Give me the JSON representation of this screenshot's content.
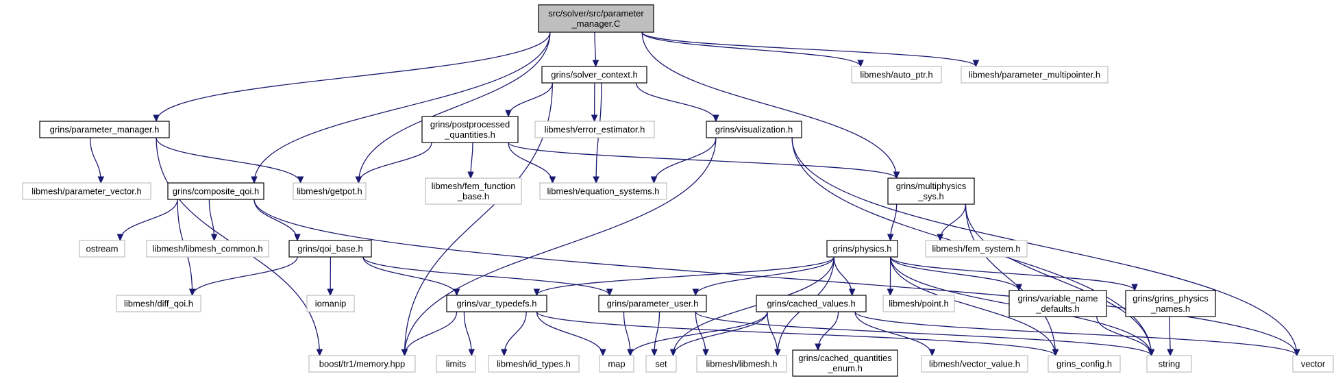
{
  "colors": {
    "edge": "#191970",
    "root_fill": "#bfbfbf",
    "node_border": "#000000",
    "external_border": "#bfbfbf",
    "node_fill": "#ffffff"
  },
  "nodes": [
    {
      "id": "root",
      "lines": [
        "src/solver/src/parameter",
        "_manager.C"
      ],
      "kind": "root"
    },
    {
      "id": "parameter_manager",
      "lines": [
        "grins/parameter_manager.h"
      ],
      "kind": "internal"
    },
    {
      "id": "composite_qoi",
      "lines": [
        "grins/composite_qoi.h"
      ],
      "kind": "internal"
    },
    {
      "id": "solver_context",
      "lines": [
        "grins/solver_context.h"
      ],
      "kind": "internal"
    },
    {
      "id": "postprocessed_quantities",
      "lines": [
        "grins/postprocessed",
        "_quantities.h"
      ],
      "kind": "internal"
    },
    {
      "id": "visualization",
      "lines": [
        "grins/visualization.h"
      ],
      "kind": "internal"
    },
    {
      "id": "multiphysics_sys",
      "lines": [
        "grins/multiphysics",
        "_sys.h"
      ],
      "kind": "internal"
    },
    {
      "id": "physics",
      "lines": [
        "grins/physics.h"
      ],
      "kind": "internal"
    },
    {
      "id": "qoi_base",
      "lines": [
        "grins/qoi_base.h"
      ],
      "kind": "internal"
    },
    {
      "id": "var_typedefs",
      "lines": [
        "grins/var_typedefs.h"
      ],
      "kind": "internal"
    },
    {
      "id": "parameter_user",
      "lines": [
        "grins/parameter_user.h"
      ],
      "kind": "internal"
    },
    {
      "id": "cached_values",
      "lines": [
        "grins/cached_values.h"
      ],
      "kind": "internal"
    },
    {
      "id": "variable_name_defaults",
      "lines": [
        "grins/variable_name",
        "_defaults.h"
      ],
      "kind": "internal"
    },
    {
      "id": "grins_physics_names",
      "lines": [
        "grins/grins_physics",
        "_names.h"
      ],
      "kind": "internal"
    },
    {
      "id": "cached_quantities_enum",
      "lines": [
        "grins/cached_quantities",
        "_enum.h"
      ],
      "kind": "internal"
    },
    {
      "id": "auto_ptr",
      "lines": [
        "libmesh/auto_ptr.h"
      ],
      "kind": "external"
    },
    {
      "id": "parameter_multipointer",
      "lines": [
        "libmesh/parameter_multipointer.h"
      ],
      "kind": "external"
    },
    {
      "id": "error_estimator",
      "lines": [
        "libmesh/error_estimator.h"
      ],
      "kind": "external"
    },
    {
      "id": "parameter_vector",
      "lines": [
        "libmesh/parameter_vector.h"
      ],
      "kind": "external"
    },
    {
      "id": "getpot",
      "lines": [
        "libmesh/getpot.h"
      ],
      "kind": "external"
    },
    {
      "id": "fem_function_base",
      "lines": [
        "libmesh/fem_function",
        "_base.h"
      ],
      "kind": "external"
    },
    {
      "id": "equation_systems",
      "lines": [
        "libmesh/equation_systems.h"
      ],
      "kind": "external"
    },
    {
      "id": "ostream",
      "lines": [
        "ostream"
      ],
      "kind": "external"
    },
    {
      "id": "libmesh_common",
      "lines": [
        "libmesh/libmesh_common.h"
      ],
      "kind": "external"
    },
    {
      "id": "fem_system",
      "lines": [
        "libmesh/fem_system.h"
      ],
      "kind": "external"
    },
    {
      "id": "diff_qoi",
      "lines": [
        "libmesh/diff_qoi.h"
      ],
      "kind": "external"
    },
    {
      "id": "iomanip",
      "lines": [
        "iomanip"
      ],
      "kind": "external"
    },
    {
      "id": "point",
      "lines": [
        "libmesh/point.h"
      ],
      "kind": "external"
    },
    {
      "id": "memory",
      "lines": [
        "boost/tr1/memory.hpp"
      ],
      "kind": "external"
    },
    {
      "id": "limits",
      "lines": [
        "limits"
      ],
      "kind": "external"
    },
    {
      "id": "id_types",
      "lines": [
        "libmesh/id_types.h"
      ],
      "kind": "external"
    },
    {
      "id": "map",
      "lines": [
        "map"
      ],
      "kind": "external"
    },
    {
      "id": "set",
      "lines": [
        "set"
      ],
      "kind": "external"
    },
    {
      "id": "libmesh",
      "lines": [
        "libmesh/libmesh.h"
      ],
      "kind": "external"
    },
    {
      "id": "vector_value",
      "lines": [
        "libmesh/vector_value.h"
      ],
      "kind": "external"
    },
    {
      "id": "grins_config",
      "lines": [
        "grins_config.h"
      ],
      "kind": "external"
    },
    {
      "id": "string",
      "lines": [
        "string"
      ],
      "kind": "external"
    },
    {
      "id": "vector",
      "lines": [
        "vector"
      ],
      "kind": "external"
    }
  ],
  "edges": [
    [
      "root",
      "parameter_manager"
    ],
    [
      "root",
      "composite_qoi"
    ],
    [
      "root",
      "solver_context"
    ],
    [
      "root",
      "getpot"
    ],
    [
      "root",
      "multiphysics_sys"
    ],
    [
      "root",
      "auto_ptr"
    ],
    [
      "root",
      "parameter_multipointer"
    ],
    [
      "parameter_manager",
      "parameter_vector"
    ],
    [
      "parameter_manager",
      "getpot"
    ],
    [
      "parameter_manager",
      "memory"
    ],
    [
      "composite_qoi",
      "ostream"
    ],
    [
      "composite_qoi",
      "libmesh_common"
    ],
    [
      "composite_qoi",
      "qoi_base"
    ],
    [
      "composite_qoi",
      "diff_qoi"
    ],
    [
      "composite_qoi",
      "vector"
    ],
    [
      "solver_context",
      "postprocessed_quantities"
    ],
    [
      "solver_context",
      "error_estimator"
    ],
    [
      "solver_context",
      "visualization"
    ],
    [
      "solver_context",
      "equation_systems"
    ],
    [
      "solver_context",
      "memory"
    ],
    [
      "postprocessed_quantities",
      "getpot"
    ],
    [
      "postprocessed_quantities",
      "fem_function_base"
    ],
    [
      "postprocessed_quantities",
      "equation_systems"
    ],
    [
      "postprocessed_quantities",
      "multiphysics_sys"
    ],
    [
      "visualization",
      "equation_systems"
    ],
    [
      "visualization",
      "memory"
    ],
    [
      "visualization",
      "string"
    ],
    [
      "visualization",
      "vector"
    ],
    [
      "multiphysics_sys",
      "physics"
    ],
    [
      "multiphysics_sys",
      "fem_system"
    ],
    [
      "multiphysics_sys",
      "string"
    ],
    [
      "multiphysics_sys",
      "grins_config"
    ],
    [
      "physics",
      "var_typedefs"
    ],
    [
      "physics",
      "parameter_user"
    ],
    [
      "physics",
      "cached_values"
    ],
    [
      "physics",
      "point"
    ],
    [
      "physics",
      "variable_name_defaults"
    ],
    [
      "physics",
      "grins_physics_names"
    ],
    [
      "physics",
      "set"
    ],
    [
      "physics",
      "libmesh"
    ],
    [
      "physics",
      "grins_config"
    ],
    [
      "physics",
      "string"
    ],
    [
      "qoi_base",
      "diff_qoi"
    ],
    [
      "qoi_base",
      "iomanip"
    ],
    [
      "qoi_base",
      "var_typedefs"
    ],
    [
      "qoi_base",
      "parameter_user"
    ],
    [
      "var_typedefs",
      "memory"
    ],
    [
      "var_typedefs",
      "limits"
    ],
    [
      "var_typedefs",
      "id_types"
    ],
    [
      "var_typedefs",
      "map"
    ],
    [
      "var_typedefs",
      "grins_config"
    ],
    [
      "parameter_user",
      "map"
    ],
    [
      "parameter_user",
      "set"
    ],
    [
      "parameter_user",
      "libmesh"
    ],
    [
      "parameter_user",
      "string"
    ],
    [
      "cached_values",
      "cached_quantities_enum"
    ],
    [
      "cached_values",
      "vector_value"
    ],
    [
      "cached_values",
      "map"
    ],
    [
      "cached_values",
      "set"
    ],
    [
      "cached_values",
      "libmesh"
    ],
    [
      "cached_values",
      "vector"
    ],
    [
      "variable_name_defaults",
      "string"
    ],
    [
      "grins_physics_names",
      "string"
    ]
  ]
}
